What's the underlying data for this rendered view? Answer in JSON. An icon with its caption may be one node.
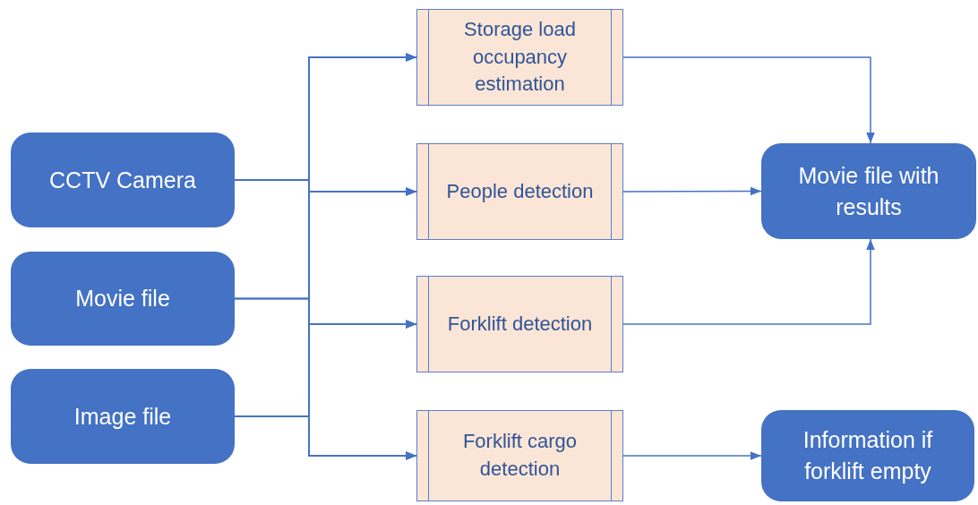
{
  "diagram": {
    "nodes": [
      {
        "text": [
          "CCTV Camera"
        ]
      },
      {
        "text": [
          "Movie file"
        ]
      },
      {
        "text": [
          "Image file"
        ]
      },
      {
        "text": [
          "Storage load occupancy estimation"
        ]
      },
      {
        "text": [
          "People detection"
        ]
      },
      {
        "text": [
          "Forklift detection"
        ]
      },
      {
        "text": [
          "Forklift cargo detection"
        ]
      },
      {
        "text": [
          "Movie file with results"
        ]
      },
      {
        "text": [
          "Information if forklift empty"
        ]
      }
    ],
    "edges": [
      {
        "from": 0,
        "to": 3,
        "arrow": "to"
      },
      {
        "from": 0,
        "to": 4,
        "arrow": "to"
      },
      {
        "from": 0,
        "to": 5,
        "arrow": "to"
      },
      {
        "from": 0,
        "to": 6,
        "arrow": "to"
      },
      {
        "from": 1,
        "to": 3,
        "arrow": "to"
      },
      {
        "from": 1,
        "to": 4,
        "arrow": "to"
      },
      {
        "from": 1,
        "to": 5,
        "arrow": "to"
      },
      {
        "from": 1,
        "to": 6,
        "arrow": "to"
      },
      {
        "from": 2,
        "to": 3,
        "arrow": "to"
      },
      {
        "from": 2,
        "to": 4,
        "arrow": "to"
      },
      {
        "from": 2,
        "to": 5,
        "arrow": "to"
      },
      {
        "from": 2,
        "to": 6,
        "arrow": "to"
      },
      {
        "from": 3,
        "to": 7,
        "arrow": "to"
      },
      {
        "from": 4,
        "to": 7,
        "arrow": "to"
      },
      {
        "from": 5,
        "to": 7,
        "arrow": "to"
      },
      {
        "from": 6,
        "to": 8,
        "arrow": "to"
      }
    ]
  }
}
